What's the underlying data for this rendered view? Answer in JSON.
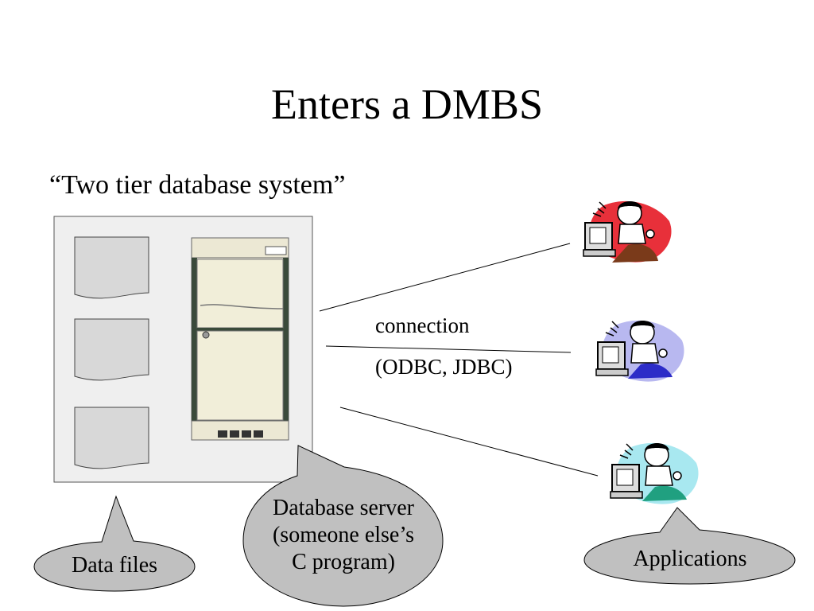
{
  "slide": {
    "title": "Enters a DMBS",
    "subtitle": "“Two tier database system”"
  },
  "connection": {
    "line1": "connection",
    "line2": "(ODBC, JDBC)"
  },
  "callouts": {
    "data_files": "Data files",
    "server_line1": "Database server",
    "server_line2": "(someone else’s",
    "server_line3": "C program)",
    "applications": "Applications"
  },
  "colors": {
    "callout_fill": "#c0c0c0",
    "box_fill": "#efefef",
    "doc_fill": "#d8d8d8",
    "server_body": "#f4f1e2",
    "app1_accent": "#e8303a",
    "app2_accent": "#b8b8f0",
    "app3_accent": "#a8e8f0"
  },
  "icons": {
    "server": "server-cabinet-icon",
    "document": "document-icon",
    "application": "user-at-computer-icon"
  }
}
